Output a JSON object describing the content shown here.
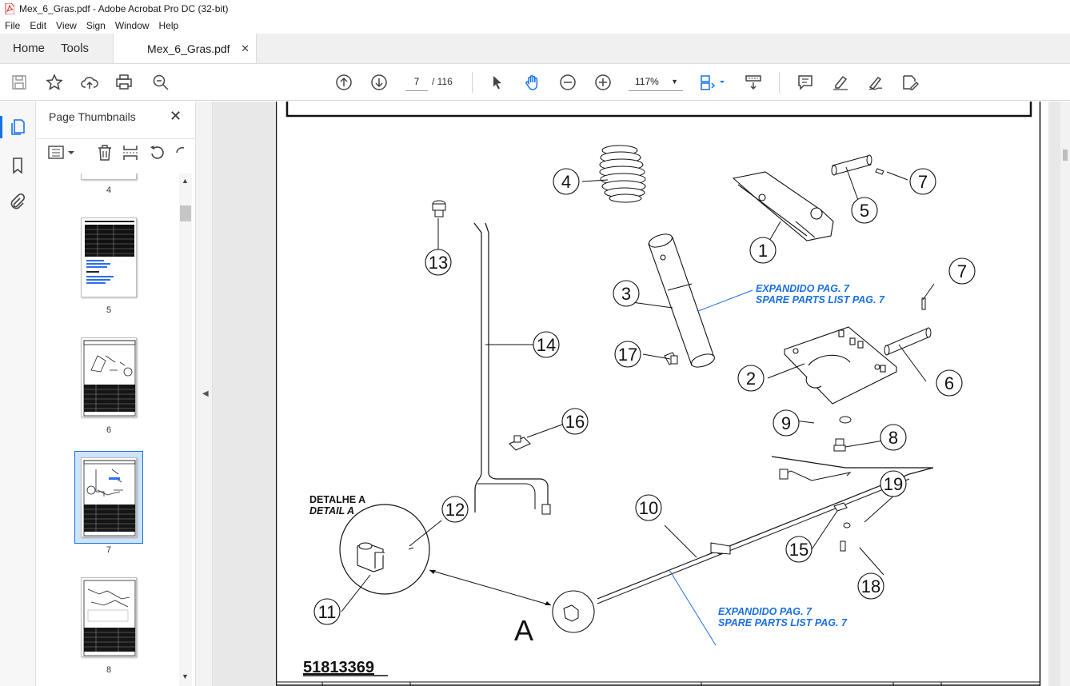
{
  "window": {
    "title": "Mex_6_Gras.pdf - Adobe Acrobat Pro DC (32-bit)"
  },
  "menu": [
    "File",
    "Edit",
    "View",
    "Sign",
    "Window",
    "Help"
  ],
  "tabs": {
    "home": "Home",
    "tools": "Tools",
    "document": "Mex_6_Gras.pdf"
  },
  "toolbar": {
    "current_page": "7",
    "page_total": "/ 116",
    "zoom": "117%"
  },
  "thumbnails": {
    "title": "Page Thumbnails",
    "pages": [
      {
        "label": "4"
      },
      {
        "label": "5"
      },
      {
        "label": "6"
      },
      {
        "label": "7",
        "selected": true
      },
      {
        "label": "8"
      }
    ]
  },
  "drawing": {
    "callouts": [
      "1",
      "2",
      "3",
      "4",
      "5",
      "6",
      "7",
      "7",
      "8",
      "9",
      "10",
      "11",
      "12",
      "13",
      "14",
      "15",
      "16",
      "17",
      "18",
      "19"
    ],
    "note_top_pt": "EXPANDIDO PAG. 7",
    "note_top_en": "SPARE PARTS LIST PAG. 7",
    "note_bottom_pt": "EXPANDIDO PAG. 7",
    "note_bottom_en": "SPARE PARTS LIST PAG. 7",
    "detail_pt": "DETALHE A",
    "detail_en": "DETAIL A",
    "detail_letter": "A",
    "part_number": "51813369"
  },
  "colors": {
    "accent": "#1473e6",
    "note_blue": "#1a6fe0"
  }
}
